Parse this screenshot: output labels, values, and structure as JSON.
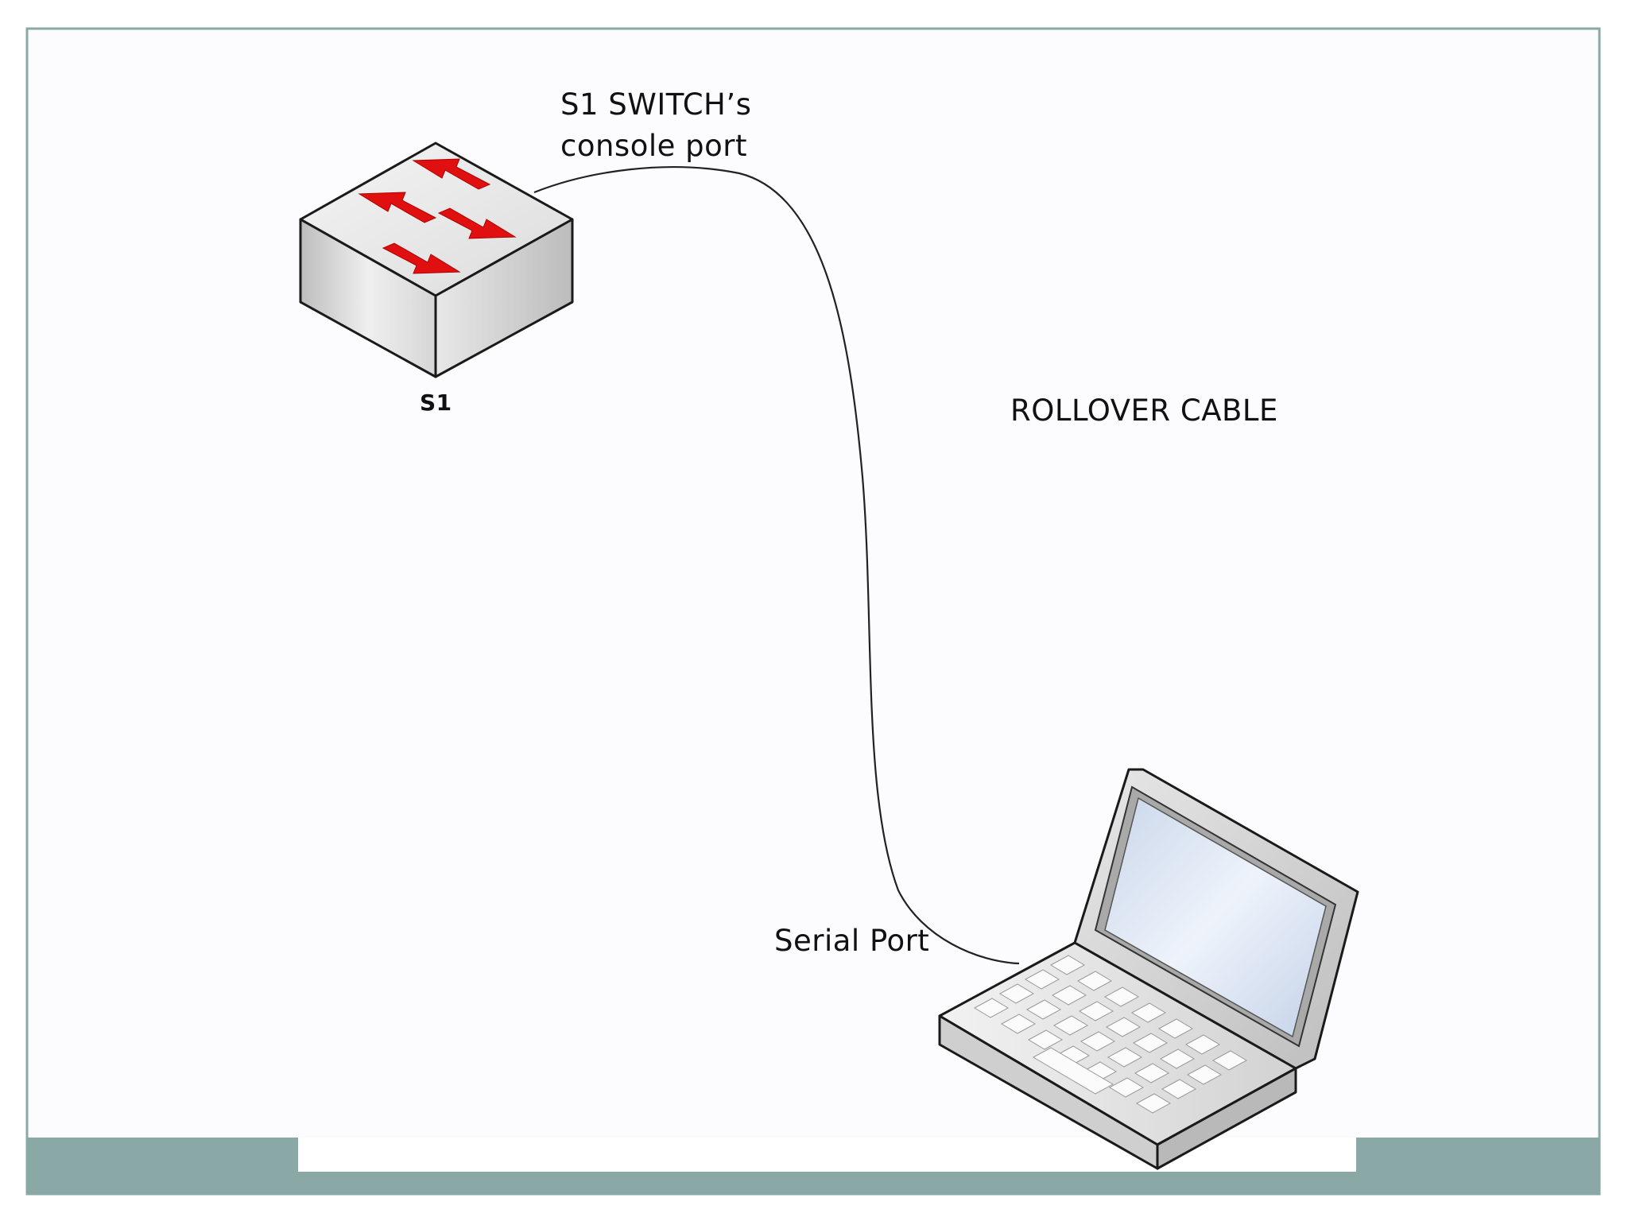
{
  "diagram": {
    "console_port_label_line1": "S1 SWITCH’s",
    "console_port_label_line2": "console port",
    "switch_label": "S1",
    "cable_label": "ROLLOVER CABLE",
    "serial_port_label": "Serial Port"
  },
  "colors": {
    "background": "#fcfbfd",
    "frame_border": "#8aa8a6",
    "footer_bar": "#8aa8a6",
    "arrow_red": "#e01010",
    "cable": "#222222"
  },
  "icons": {
    "switch": "network-switch-icon",
    "laptop": "laptop-icon"
  }
}
